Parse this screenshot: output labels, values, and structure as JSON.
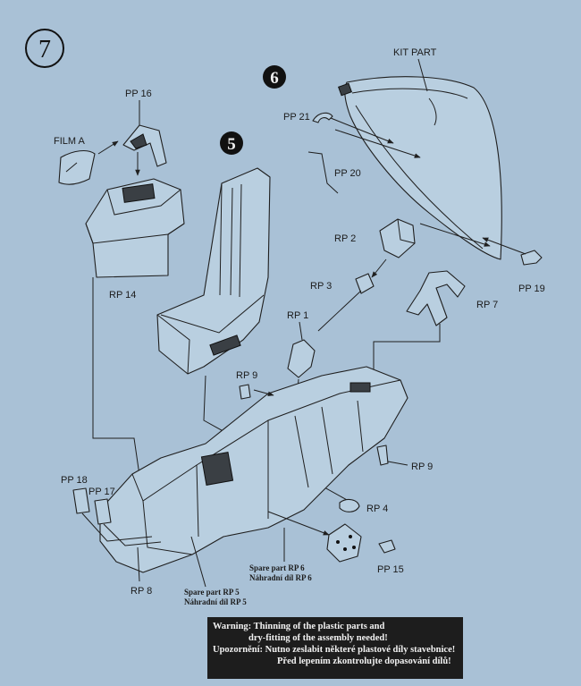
{
  "step": {
    "number": "7"
  },
  "badges": {
    "subassembly_6": "6",
    "subassembly_5": "5"
  },
  "labels": {
    "kit_part": "KIT PART",
    "pp16": "PP 16",
    "film_a": "FILM A",
    "rp14": "RP 14",
    "pp21": "PP 21",
    "pp20": "PP 20",
    "rp2": "RP 2",
    "rp3": "RP 3",
    "rp1": "RP 1",
    "pp19": "PP 19",
    "rp7": "RP 7",
    "rp9_top": "RP 9",
    "rp9_right": "RP 9",
    "pp18": "PP 18",
    "pp17": "PP 17",
    "rp4": "RP 4",
    "pp15": "PP 15",
    "rp8": "RP 8",
    "spare_rp6_line1": "Spare part RP 6",
    "spare_rp6_line2": "Náhradní díl RP 6",
    "spare_rp5_line1": "Spare part RP 5",
    "spare_rp5_line2": "Náhradní díl RP 5"
  },
  "warning": {
    "line1": "Warning: Thinning of the plastic parts and",
    "line2": "dry-fitting of the assembly needed!",
    "line3": "Upozornění: Nutno zeslabit některé plastové díly stavebnice!",
    "line4": "Před lepením zkontrolujte dopasování dílů!"
  }
}
